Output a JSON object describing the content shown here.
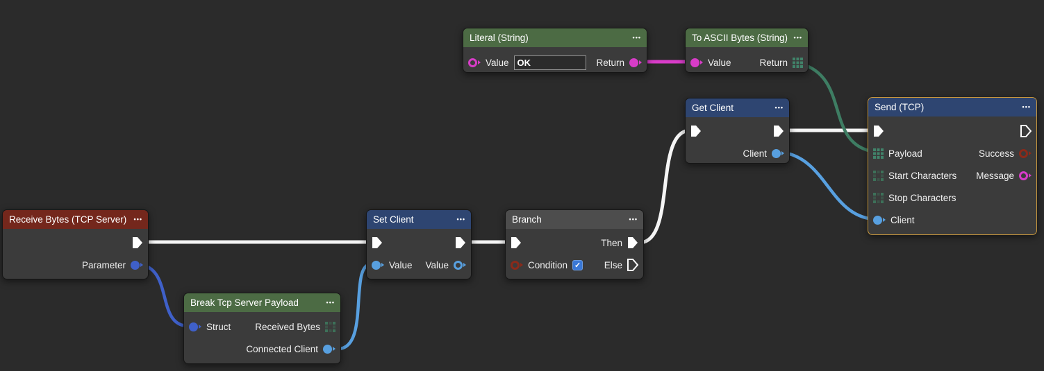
{
  "ui": {
    "menu_icon": "•••",
    "check_glyph": "✓"
  },
  "colors": {
    "background": "#2b2b2b",
    "node_body": "#3b3b3b",
    "header_green": "#4c6b44",
    "header_blue": "#2e4571",
    "header_red": "#74271c",
    "header_gray": "#4d4d4d",
    "selection_border": "#c9983d",
    "wire_exec": "#f5f5f5",
    "pin_string": "#d83cc8",
    "pin_bytes": "#41836a",
    "pin_client": "#58a0e0",
    "pin_struct": "#3f60c9",
    "pin_bool": "#8a2a1a",
    "checkbox": "#3a78d6"
  },
  "nodes": {
    "literal": {
      "title": "Literal (String)",
      "value_label": "Value",
      "value_input": "OK",
      "return_label": "Return"
    },
    "to_ascii": {
      "title": "To ASCII Bytes (String)",
      "value_label": "Value",
      "return_label": "Return"
    },
    "get_client": {
      "title": "Get Client",
      "client_label": "Client"
    },
    "send": {
      "title": "Send (TCP)",
      "payload_label": "Payload",
      "start_label": "Start Characters",
      "stop_label": "Stop Characters",
      "client_label": "Client",
      "success_label": "Success",
      "message_label": "Message",
      "selected": true
    },
    "receive": {
      "title": "Receive Bytes (TCP Server)",
      "parameter_label": "Parameter"
    },
    "set_client": {
      "title": "Set Client",
      "value_in_label": "Value",
      "value_out_label": "Value"
    },
    "branch": {
      "title": "Branch",
      "condition_label": "Condition",
      "condition_checked": true,
      "then_label": "Then",
      "else_label": "Else"
    },
    "break_payload": {
      "title": "Break Tcp Server Payload",
      "struct_label": "Struct",
      "received_label": "Received Bytes",
      "connected_label": "Connected Client"
    }
  },
  "connections": [
    {
      "from": "Receive Bytes (TCP Server).Exec",
      "to": "Set Client.Exec",
      "type": "exec"
    },
    {
      "from": "Set Client.Exec",
      "to": "Branch.Exec",
      "type": "exec"
    },
    {
      "from": "Branch.Then",
      "to": "Get Client.Exec",
      "type": "exec"
    },
    {
      "from": "Get Client.Exec",
      "to": "Send (TCP).Exec",
      "type": "exec"
    },
    {
      "from": "Literal (String).Return",
      "to": "To ASCII Bytes (String).Value",
      "type": "string"
    },
    {
      "from": "To ASCII Bytes (String).Return",
      "to": "Send (TCP).Payload",
      "type": "bytes"
    },
    {
      "from": "Get Client.Client",
      "to": "Send (TCP).Client",
      "type": "client"
    },
    {
      "from": "Receive Bytes (TCP Server).Parameter",
      "to": "Break Tcp Server Payload.Struct",
      "type": "struct"
    },
    {
      "from": "Break Tcp Server Payload.Connected Client",
      "to": "Set Client.Value",
      "type": "client"
    }
  ]
}
